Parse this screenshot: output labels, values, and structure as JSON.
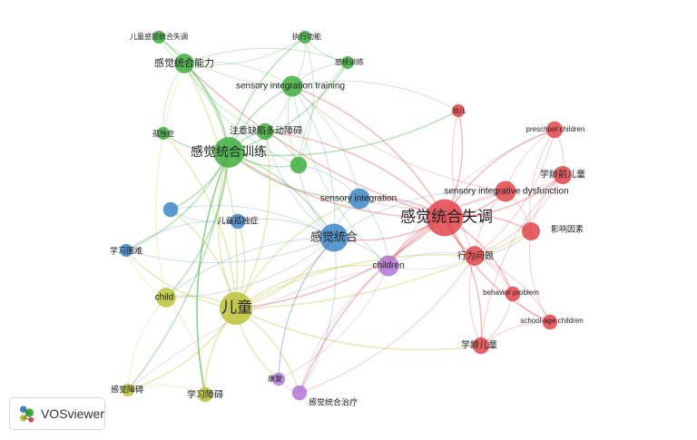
{
  "colors": {
    "red": "#e0454b",
    "green": "#3fae3f",
    "blue": "#3f86c8",
    "yellow": "#bcc23a",
    "purple": "#b276d6"
  },
  "logo": {
    "text": "VOSviewer",
    "icon": "vosviewer-logo-icon"
  },
  "nodes": [
    {
      "id": "n1",
      "label": "感觉统合失调",
      "cluster": "red",
      "weight": 26,
      "lang": "zh"
    },
    {
      "id": "n2",
      "label": "sensory integrative dysfunction",
      "cluster": "red",
      "weight": 7,
      "lang": "en"
    },
    {
      "id": "n3",
      "label": "preschool children",
      "cluster": "red",
      "weight": 4,
      "lang": "en"
    },
    {
      "id": "n4",
      "label": "学龄前儿童",
      "cluster": "red",
      "weight": 5,
      "lang": "zh"
    },
    {
      "id": "n5",
      "label": "影响因素",
      "cluster": "red",
      "weight": 5,
      "lang": "zh"
    },
    {
      "id": "n6",
      "label": "行为问题",
      "cluster": "red",
      "weight": 6,
      "lang": "zh"
    },
    {
      "id": "n7",
      "label": "behavior problem",
      "cluster": "red",
      "weight": 3,
      "lang": "en"
    },
    {
      "id": "n8",
      "label": "school-age children",
      "cluster": "red",
      "weight": 3,
      "lang": "en"
    },
    {
      "id": "n9",
      "label": "学龄儿童",
      "cluster": "red",
      "weight": 4,
      "lang": "zh"
    },
    {
      "id": "n10",
      "label": "幼儿",
      "cluster": "red",
      "weight": 2,
      "lang": "zh"
    },
    {
      "id": "n11",
      "label": "感觉统合训练",
      "cluster": "green",
      "weight": 17,
      "lang": "zh"
    },
    {
      "id": "n12",
      "label": "sensory integration training",
      "cluster": "green",
      "weight": 7,
      "lang": "en"
    },
    {
      "id": "n13",
      "label": "感觉统合能力",
      "cluster": "green",
      "weight": 6,
      "lang": "zh"
    },
    {
      "id": "n14",
      "label": "注意缺陷多动障碍",
      "cluster": "green",
      "weight": 4,
      "lang": "zh"
    },
    {
      "id": "n15",
      "label": "儿童感觉统合失调",
      "cluster": "green",
      "weight": 2,
      "lang": "zh"
    },
    {
      "id": "n16",
      "label": "执行功能",
      "cluster": "green",
      "weight": 2,
      "lang": "zh"
    },
    {
      "id": "n17",
      "label": "感统训练",
      "cluster": "green",
      "weight": 2,
      "lang": "zh"
    },
    {
      "id": "n18",
      "label": "孤独症",
      "cluster": "green",
      "weight": 2,
      "lang": "zh"
    },
    {
      "id": "n19",
      "label": "",
      "cluster": "green",
      "weight": 4,
      "lang": "zh"
    },
    {
      "id": "n20",
      "label": "感觉统合",
      "cluster": "blue",
      "weight": 14,
      "lang": "zh"
    },
    {
      "id": "n21",
      "label": "sensory integration",
      "cluster": "blue",
      "weight": 7,
      "lang": "en"
    },
    {
      "id": "n22",
      "label": "儿童孤独症",
      "cluster": "blue",
      "weight": 3,
      "lang": "zh"
    },
    {
      "id": "n23",
      "label": "学习困难",
      "cluster": "blue",
      "weight": 2,
      "lang": "zh"
    },
    {
      "id": "n24",
      "label": "",
      "cluster": "blue",
      "weight": 3,
      "lang": "zh"
    },
    {
      "id": "n25",
      "label": "儿童",
      "cluster": "yellow",
      "weight": 20,
      "lang": "zh"
    },
    {
      "id": "n26",
      "label": "child",
      "cluster": "yellow",
      "weight": 6,
      "lang": "en"
    },
    {
      "id": "n27",
      "label": "感觉障碍",
      "cluster": "yellow",
      "weight": 2,
      "lang": "zh"
    },
    {
      "id": "n28",
      "label": "学习障碍",
      "cluster": "yellow",
      "weight": 3,
      "lang": "zh"
    },
    {
      "id": "n29",
      "label": "children",
      "cluster": "purple",
      "weight": 7,
      "lang": "en"
    },
    {
      "id": "n30",
      "label": "康复",
      "cluster": "purple",
      "weight": 2,
      "lang": "zh"
    },
    {
      "id": "n31",
      "label": "感觉统合治疗",
      "cluster": "purple",
      "weight": 3,
      "lang": "zh"
    }
  ],
  "links": [
    [
      "n1",
      "n2"
    ],
    [
      "n1",
      "n3"
    ],
    [
      "n1",
      "n4"
    ],
    [
      "n1",
      "n5"
    ],
    [
      "n1",
      "n6"
    ],
    [
      "n1",
      "n7"
    ],
    [
      "n1",
      "n8"
    ],
    [
      "n1",
      "n9"
    ],
    [
      "n1",
      "n10"
    ],
    [
      "n1",
      "n11"
    ],
    [
      "n1",
      "n12"
    ],
    [
      "n1",
      "n20"
    ],
    [
      "n1",
      "n21"
    ],
    [
      "n1",
      "n25"
    ],
    [
      "n1",
      "n29"
    ],
    [
      "n1",
      "n13"
    ],
    [
      "n1",
      "n14"
    ],
    [
      "n2",
      "n3"
    ],
    [
      "n2",
      "n4"
    ],
    [
      "n2",
      "n21"
    ],
    [
      "n2",
      "n6"
    ],
    [
      "n2",
      "n5"
    ],
    [
      "n2",
      "n29"
    ],
    [
      "n2",
      "n12"
    ],
    [
      "n2",
      "n20"
    ],
    [
      "n3",
      "n4"
    ],
    [
      "n3",
      "n5"
    ],
    [
      "n3",
      "n6"
    ],
    [
      "n4",
      "n5"
    ],
    [
      "n4",
      "n6"
    ],
    [
      "n4",
      "n9"
    ],
    [
      "n5",
      "n6"
    ],
    [
      "n5",
      "n8"
    ],
    [
      "n6",
      "n7"
    ],
    [
      "n6",
      "n9"
    ],
    [
      "n6",
      "n8"
    ],
    [
      "n6",
      "n25"
    ],
    [
      "n6",
      "n29"
    ],
    [
      "n7",
      "n8"
    ],
    [
      "n7",
      "n9"
    ],
    [
      "n8",
      "n9"
    ],
    [
      "n9",
      "n25"
    ],
    [
      "n10",
      "n12"
    ],
    [
      "n10",
      "n11"
    ],
    [
      "n10",
      "n6"
    ],
    [
      "n5",
      "n25"
    ],
    [
      "n3",
      "n29"
    ],
    [
      "n11",
      "n12"
    ],
    [
      "n11",
      "n13"
    ],
    [
      "n11",
      "n14"
    ],
    [
      "n11",
      "n15"
    ],
    [
      "n11",
      "n16"
    ],
    [
      "n11",
      "n17"
    ],
    [
      "n11",
      "n18"
    ],
    [
      "n11",
      "n19"
    ],
    [
      "n11",
      "n20"
    ],
    [
      "n11",
      "n25"
    ],
    [
      "n11",
      "n26"
    ],
    [
      "n11",
      "n21"
    ],
    [
      "n11",
      "n24"
    ],
    [
      "n11",
      "n28"
    ],
    [
      "n11",
      "n23"
    ],
    [
      "n12",
      "n13"
    ],
    [
      "n12",
      "n14"
    ],
    [
      "n12",
      "n16"
    ],
    [
      "n12",
      "n17"
    ],
    [
      "n12",
      "n19"
    ],
    [
      "n12",
      "n21"
    ],
    [
      "n12",
      "n29"
    ],
    [
      "n12",
      "n20"
    ],
    [
      "n13",
      "n14"
    ],
    [
      "n13",
      "n15"
    ],
    [
      "n13",
      "n16"
    ],
    [
      "n13",
      "n17"
    ],
    [
      "n13",
      "n18"
    ],
    [
      "n13",
      "n25"
    ],
    [
      "n13",
      "n19"
    ],
    [
      "n14",
      "n19"
    ],
    [
      "n14",
      "n20"
    ],
    [
      "n14",
      "n25"
    ],
    [
      "n16",
      "n17"
    ],
    [
      "n16",
      "n19"
    ],
    [
      "n17",
      "n19"
    ],
    [
      "n18",
      "n25"
    ],
    [
      "n19",
      "n20"
    ],
    [
      "n19",
      "n21"
    ],
    [
      "n15",
      "n12"
    ],
    [
      "n20",
      "n21"
    ],
    [
      "n20",
      "n22"
    ],
    [
      "n20",
      "n23"
    ],
    [
      "n20",
      "n24"
    ],
    [
      "n20",
      "n25"
    ],
    [
      "n20",
      "n26"
    ],
    [
      "n20",
      "n29"
    ],
    [
      "n20",
      "n30"
    ],
    [
      "n21",
      "n29"
    ],
    [
      "n21",
      "n25"
    ],
    [
      "n22",
      "n25"
    ],
    [
      "n23",
      "n25"
    ],
    [
      "n24",
      "n25"
    ],
    [
      "n24",
      "n22"
    ],
    [
      "n23",
      "n22"
    ],
    [
      "n25",
      "n26"
    ],
    [
      "n25",
      "n27"
    ],
    [
      "n25",
      "n28"
    ],
    [
      "n25",
      "n29"
    ],
    [
      "n25",
      "n30"
    ],
    [
      "n25",
      "n31"
    ],
    [
      "n26",
      "n27"
    ],
    [
      "n26",
      "n28"
    ],
    [
      "n26",
      "n20"
    ],
    [
      "n26",
      "n13"
    ],
    [
      "n28",
      "n27"
    ],
    [
      "n28",
      "n11"
    ],
    [
      "n27",
      "n11"
    ],
    [
      "n29",
      "n30"
    ],
    [
      "n29",
      "n31"
    ],
    [
      "n29",
      "n6"
    ],
    [
      "n30",
      "n31"
    ],
    [
      "n31",
      "n1"
    ],
    [
      "n31",
      "n20"
    ],
    [
      "n30",
      "n20"
    ],
    [
      "n23",
      "n26"
    ],
    [
      "n27",
      "n29"
    ],
    [
      "n31",
      "n6"
    ]
  ]
}
